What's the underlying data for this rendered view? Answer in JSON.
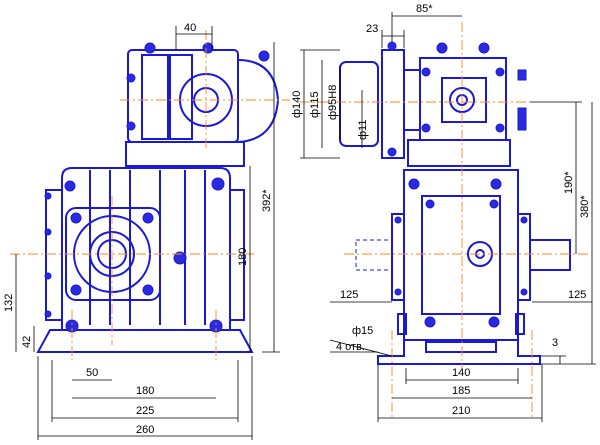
{
  "colors": {
    "outline": "#1a1ad6",
    "fill": "#2a2adf",
    "centerline": "#ff8a1e",
    "dimension": "#000000",
    "background": "#ffffff"
  },
  "dimensions": {
    "front_view": {
      "top_width": "40",
      "height_total": "392*",
      "height_axis": "180",
      "left_height": "132",
      "bottom_offset": "42",
      "hole_offset": "50",
      "width_180": "180",
      "width_225": "225",
      "width_260": "260"
    },
    "side_view": {
      "top_offset_85": "85*",
      "flange_offset_23": "23",
      "dia_140": "ф140",
      "dia_115": "ф115",
      "dia_95": "ф95Н8",
      "dia_11": "ф11",
      "height_190": "190*",
      "height_380": "380*",
      "shaft_left_125": "125",
      "shaft_right_125": "125",
      "hole_dia": "ф15",
      "hole_count": "4 отв.",
      "foot_thickness": "3",
      "width_140": "140",
      "width_185": "185",
      "width_210": "210"
    }
  }
}
